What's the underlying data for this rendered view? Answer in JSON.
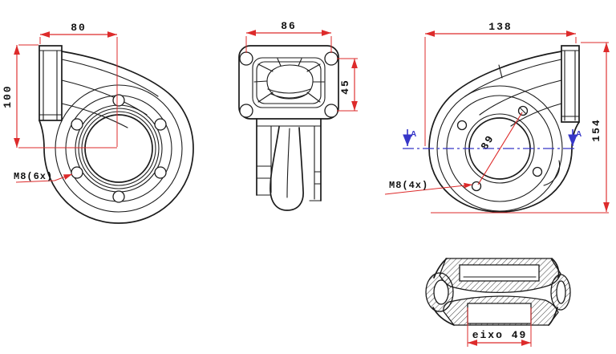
{
  "page": {
    "background": "#ffffff",
    "description": "Technical drawing, turbocharger turbine housing, three orthographic views plus section"
  },
  "colors": {
    "dimension_red": "#dd2b2b",
    "centerline_blue": "#3636c8",
    "line_black": "#1b1b1b"
  },
  "views": {
    "left_side_view": {
      "dim_width": "80",
      "dim_height": "100",
      "bolt_callout": "M8(6x)"
    },
    "inlet_flange_view": {
      "dim_width": "86",
      "dim_height": "45"
    },
    "right_side_view": {
      "dim_width": "138",
      "dim_height": "154",
      "dim_bolt_circle": "89",
      "bolt_callout": "M8(4x)",
      "section_marker_left": "A",
      "section_marker_right": "A"
    },
    "section_view": {
      "dim_shaft_label": "eixo 49"
    }
  }
}
